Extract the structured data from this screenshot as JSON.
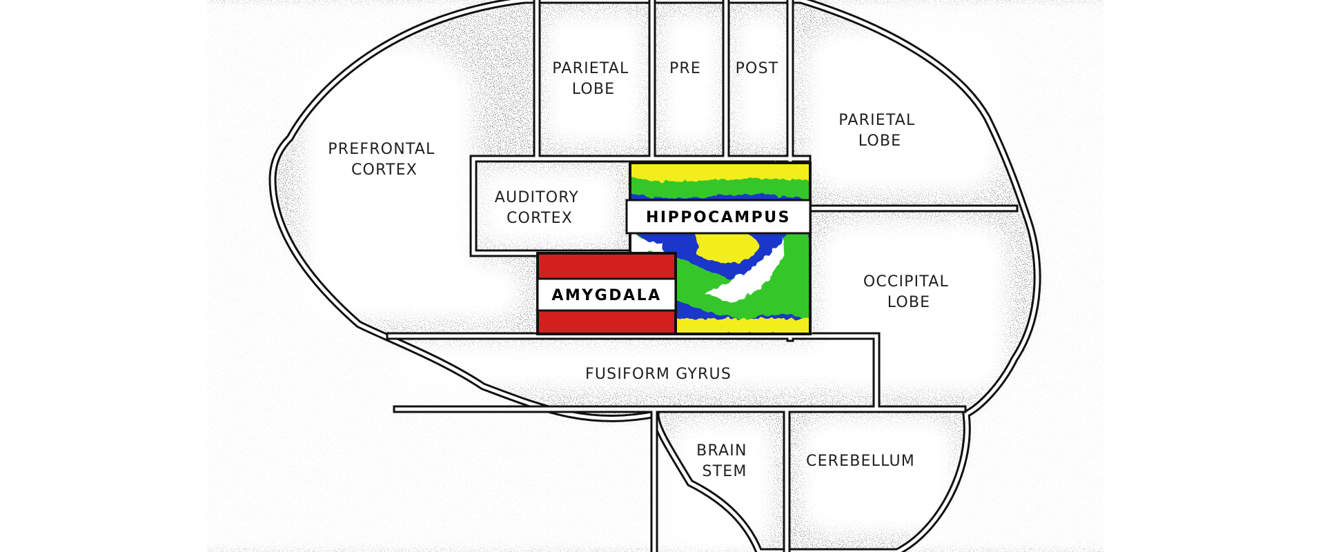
{
  "colors": {
    "background": "#ffffff",
    "stipple": "#1a1a1a",
    "outline": "#111111",
    "amygdala_red": "#d41f1f",
    "hippocampus_yellow": "#f2ee1e",
    "hippocampus_blue": "#1a37c9",
    "hippocampus_green": "#35c72c"
  },
  "regions": {
    "prefrontal_cortex": [
      "PREFRONTAL",
      "CORTEX"
    ],
    "parietal_lobe_top": [
      "PARIETAL",
      "LOBE"
    ],
    "pre": [
      "PRE"
    ],
    "post": [
      "POST"
    ],
    "parietal_lobe_right": [
      "PARIETAL",
      "LOBE"
    ],
    "auditory_cortex": [
      "AUDITORY",
      "CORTEX"
    ],
    "occipital_lobe": [
      "OCCIPITAL",
      "LOBE"
    ],
    "fusiform_gyrus": [
      "FUSIFORM GYRUS"
    ],
    "brain_stem": [
      "BRAIN",
      "STEM"
    ],
    "cerebellum": [
      "CEREBELLUM"
    ]
  },
  "highlights": {
    "hippocampus": "HIPPOCAMPUS",
    "amygdala": "AMYGDALA"
  }
}
